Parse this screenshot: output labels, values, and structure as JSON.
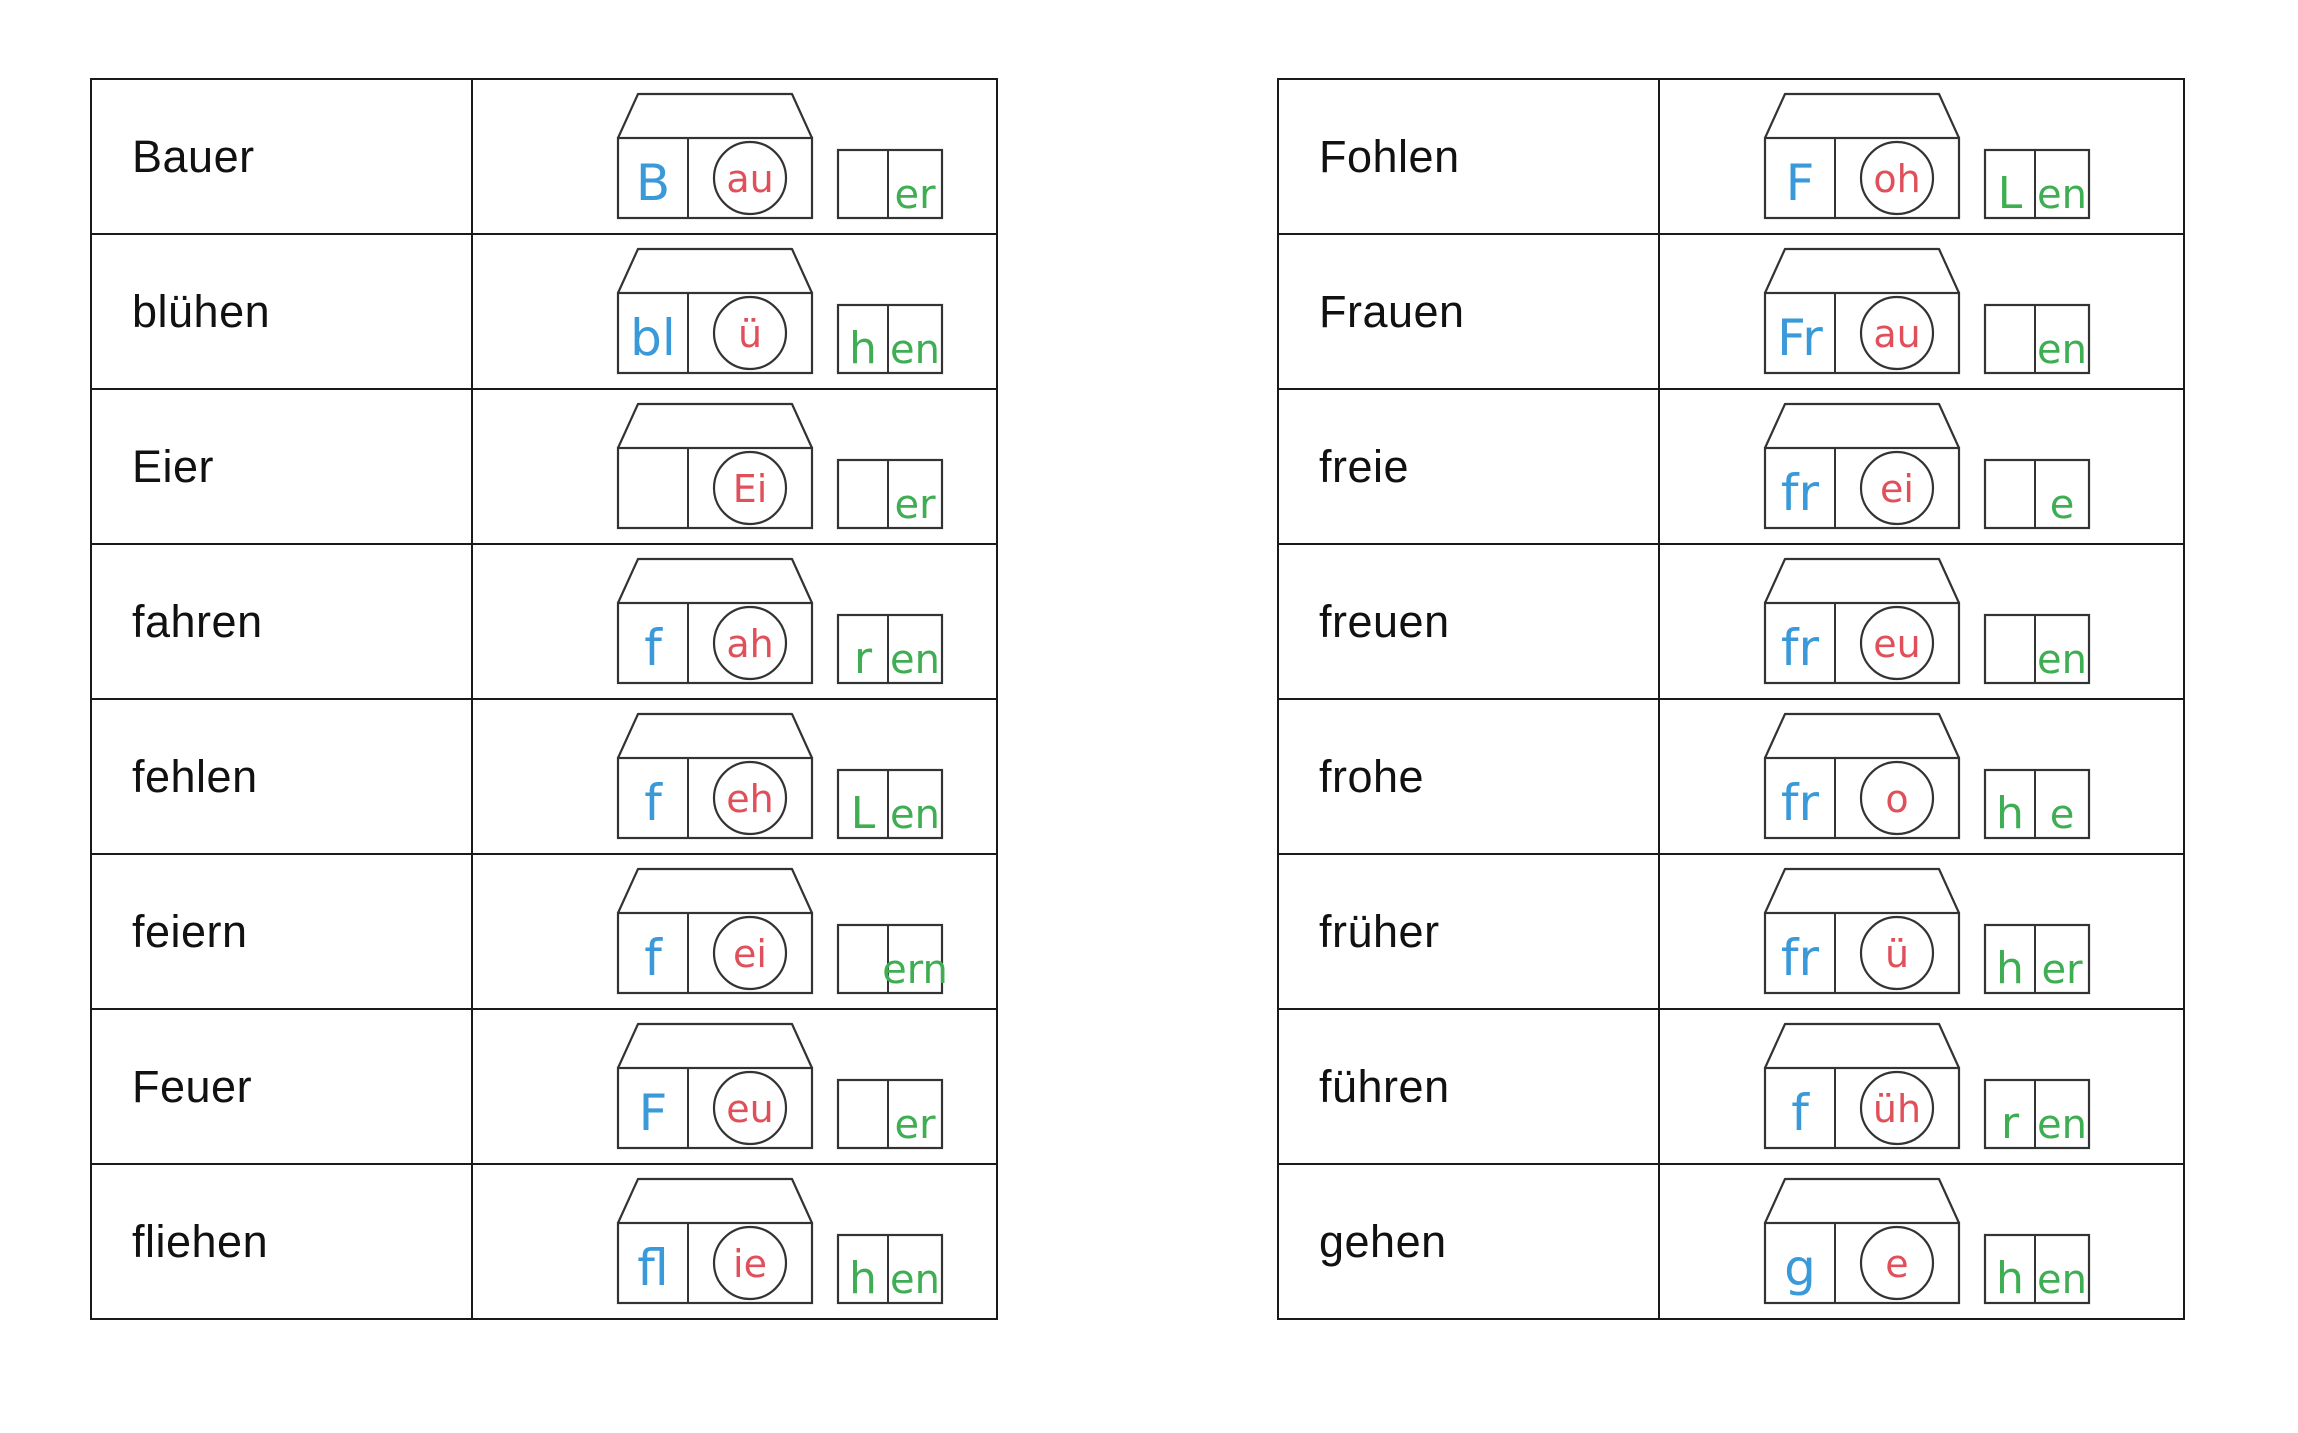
{
  "colors": {
    "onset": "#3a9ad9",
    "nucleus": "#e0505a",
    "second_syllable": "#3fae52",
    "outline": "#333333"
  },
  "left_rows": [
    {
      "word": "Bauer",
      "onset": "B",
      "nucleus": "au",
      "coda": "",
      "ending": "er"
    },
    {
      "word": "blühen",
      "onset": "bl",
      "nucleus": "ü",
      "coda": "h",
      "ending": "en"
    },
    {
      "word": "Eier",
      "onset": "",
      "nucleus": "Ei",
      "coda": "",
      "ending": "er"
    },
    {
      "word": "fahren",
      "onset": "f",
      "nucleus": "ah",
      "coda": "r",
      "ending": "en"
    },
    {
      "word": "fehlen",
      "onset": "f",
      "nucleus": "eh",
      "coda": "L",
      "ending": "en"
    },
    {
      "word": "feiern",
      "onset": "f",
      "nucleus": "ei",
      "coda": "",
      "ending": "ern"
    },
    {
      "word": "Feuer",
      "onset": "F",
      "nucleus": "eu",
      "coda": "",
      "ending": "er"
    },
    {
      "word": "fliehen",
      "onset": "fl",
      "nucleus": "ie",
      "coda": "h",
      "ending": "en"
    }
  ],
  "right_rows": [
    {
      "word": "Fohlen",
      "onset": "F",
      "nucleus": "oh",
      "coda": "L",
      "ending": "en"
    },
    {
      "word": "Frauen",
      "onset": "Fr",
      "nucleus": "au",
      "coda": "",
      "ending": "en"
    },
    {
      "word": "freie",
      "onset": "fr",
      "nucleus": "ei",
      "coda": "",
      "ending": "e"
    },
    {
      "word": "freuen",
      "onset": "fr",
      "nucleus": "eu",
      "coda": "",
      "ending": "en"
    },
    {
      "word": "frohe",
      "onset": "fr",
      "nucleus": "o",
      "coda": "h",
      "ending": "e"
    },
    {
      "word": "früher",
      "onset": "fr",
      "nucleus": "ü",
      "coda": "h",
      "ending": "er"
    },
    {
      "word": "führen",
      "onset": "f",
      "nucleus": "üh",
      "coda": "r",
      "ending": "en"
    },
    {
      "word": "gehen",
      "onset": "g",
      "nucleus": "e",
      "coda": "h",
      "ending": "en"
    }
  ]
}
